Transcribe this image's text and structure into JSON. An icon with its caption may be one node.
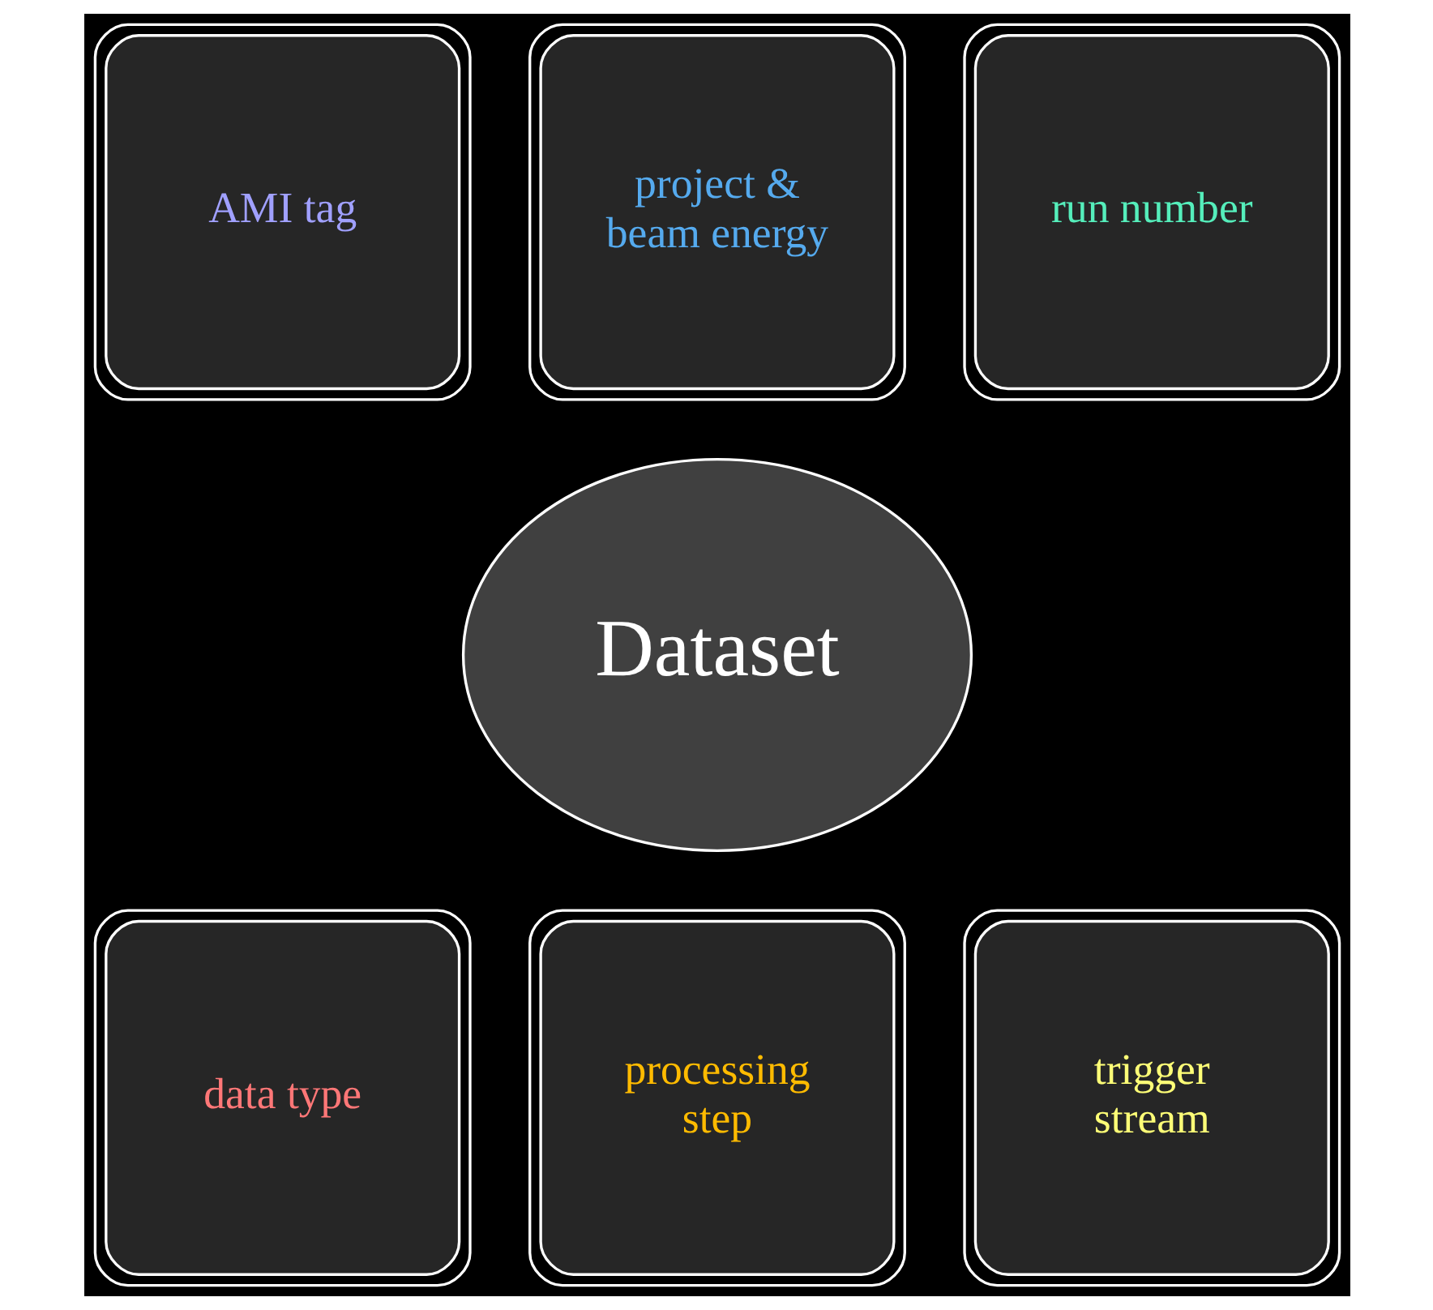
{
  "diagram": {
    "nodes": [
      {
        "text": [
          "project & beam energy"
        ]
      },
      {
        "text": [
          "AMI tag"
        ]
      },
      {
        "text": [
          "run number"
        ]
      },
      {
        "text": [
          "Dataset"
        ]
      },
      {
        "text": [
          "data type"
        ]
      },
      {
        "text": [
          "trigger stream"
        ]
      },
      {
        "text": [
          "processing step"
        ]
      }
    ],
    "edges": []
  }
}
